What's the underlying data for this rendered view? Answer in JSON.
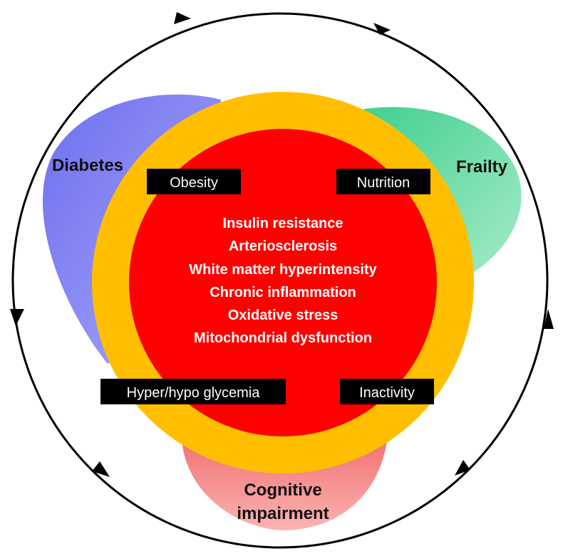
{
  "conditions": {
    "diabetes": "Diabetes",
    "frailty": "Frailty",
    "cognitive_line1": "Cognitive",
    "cognitive_line2": "impairment"
  },
  "factors": {
    "obesity": "Obesity",
    "nutrition": "Nutrition",
    "glycemia": "Hyper/hypo glycemia",
    "inactivity": "Inactivity"
  },
  "mechanisms": [
    "Insulin resistance",
    "Arteriosclerosis",
    "White matter hyperintensity",
    "Chronic inflammation",
    "Oxidative stress",
    "Mitochondrial dysfunction"
  ],
  "colors": {
    "diabetes": "#7b7bf2",
    "frailty": "#55d59a",
    "cognitive": "#f47a7a",
    "outer_ring": "#ffbf00",
    "core": "#ff0000",
    "label_box": "#000000",
    "cycle": "#000000"
  },
  "icons": {
    "cycle_arrow": "triangle-arrowhead-icon"
  }
}
